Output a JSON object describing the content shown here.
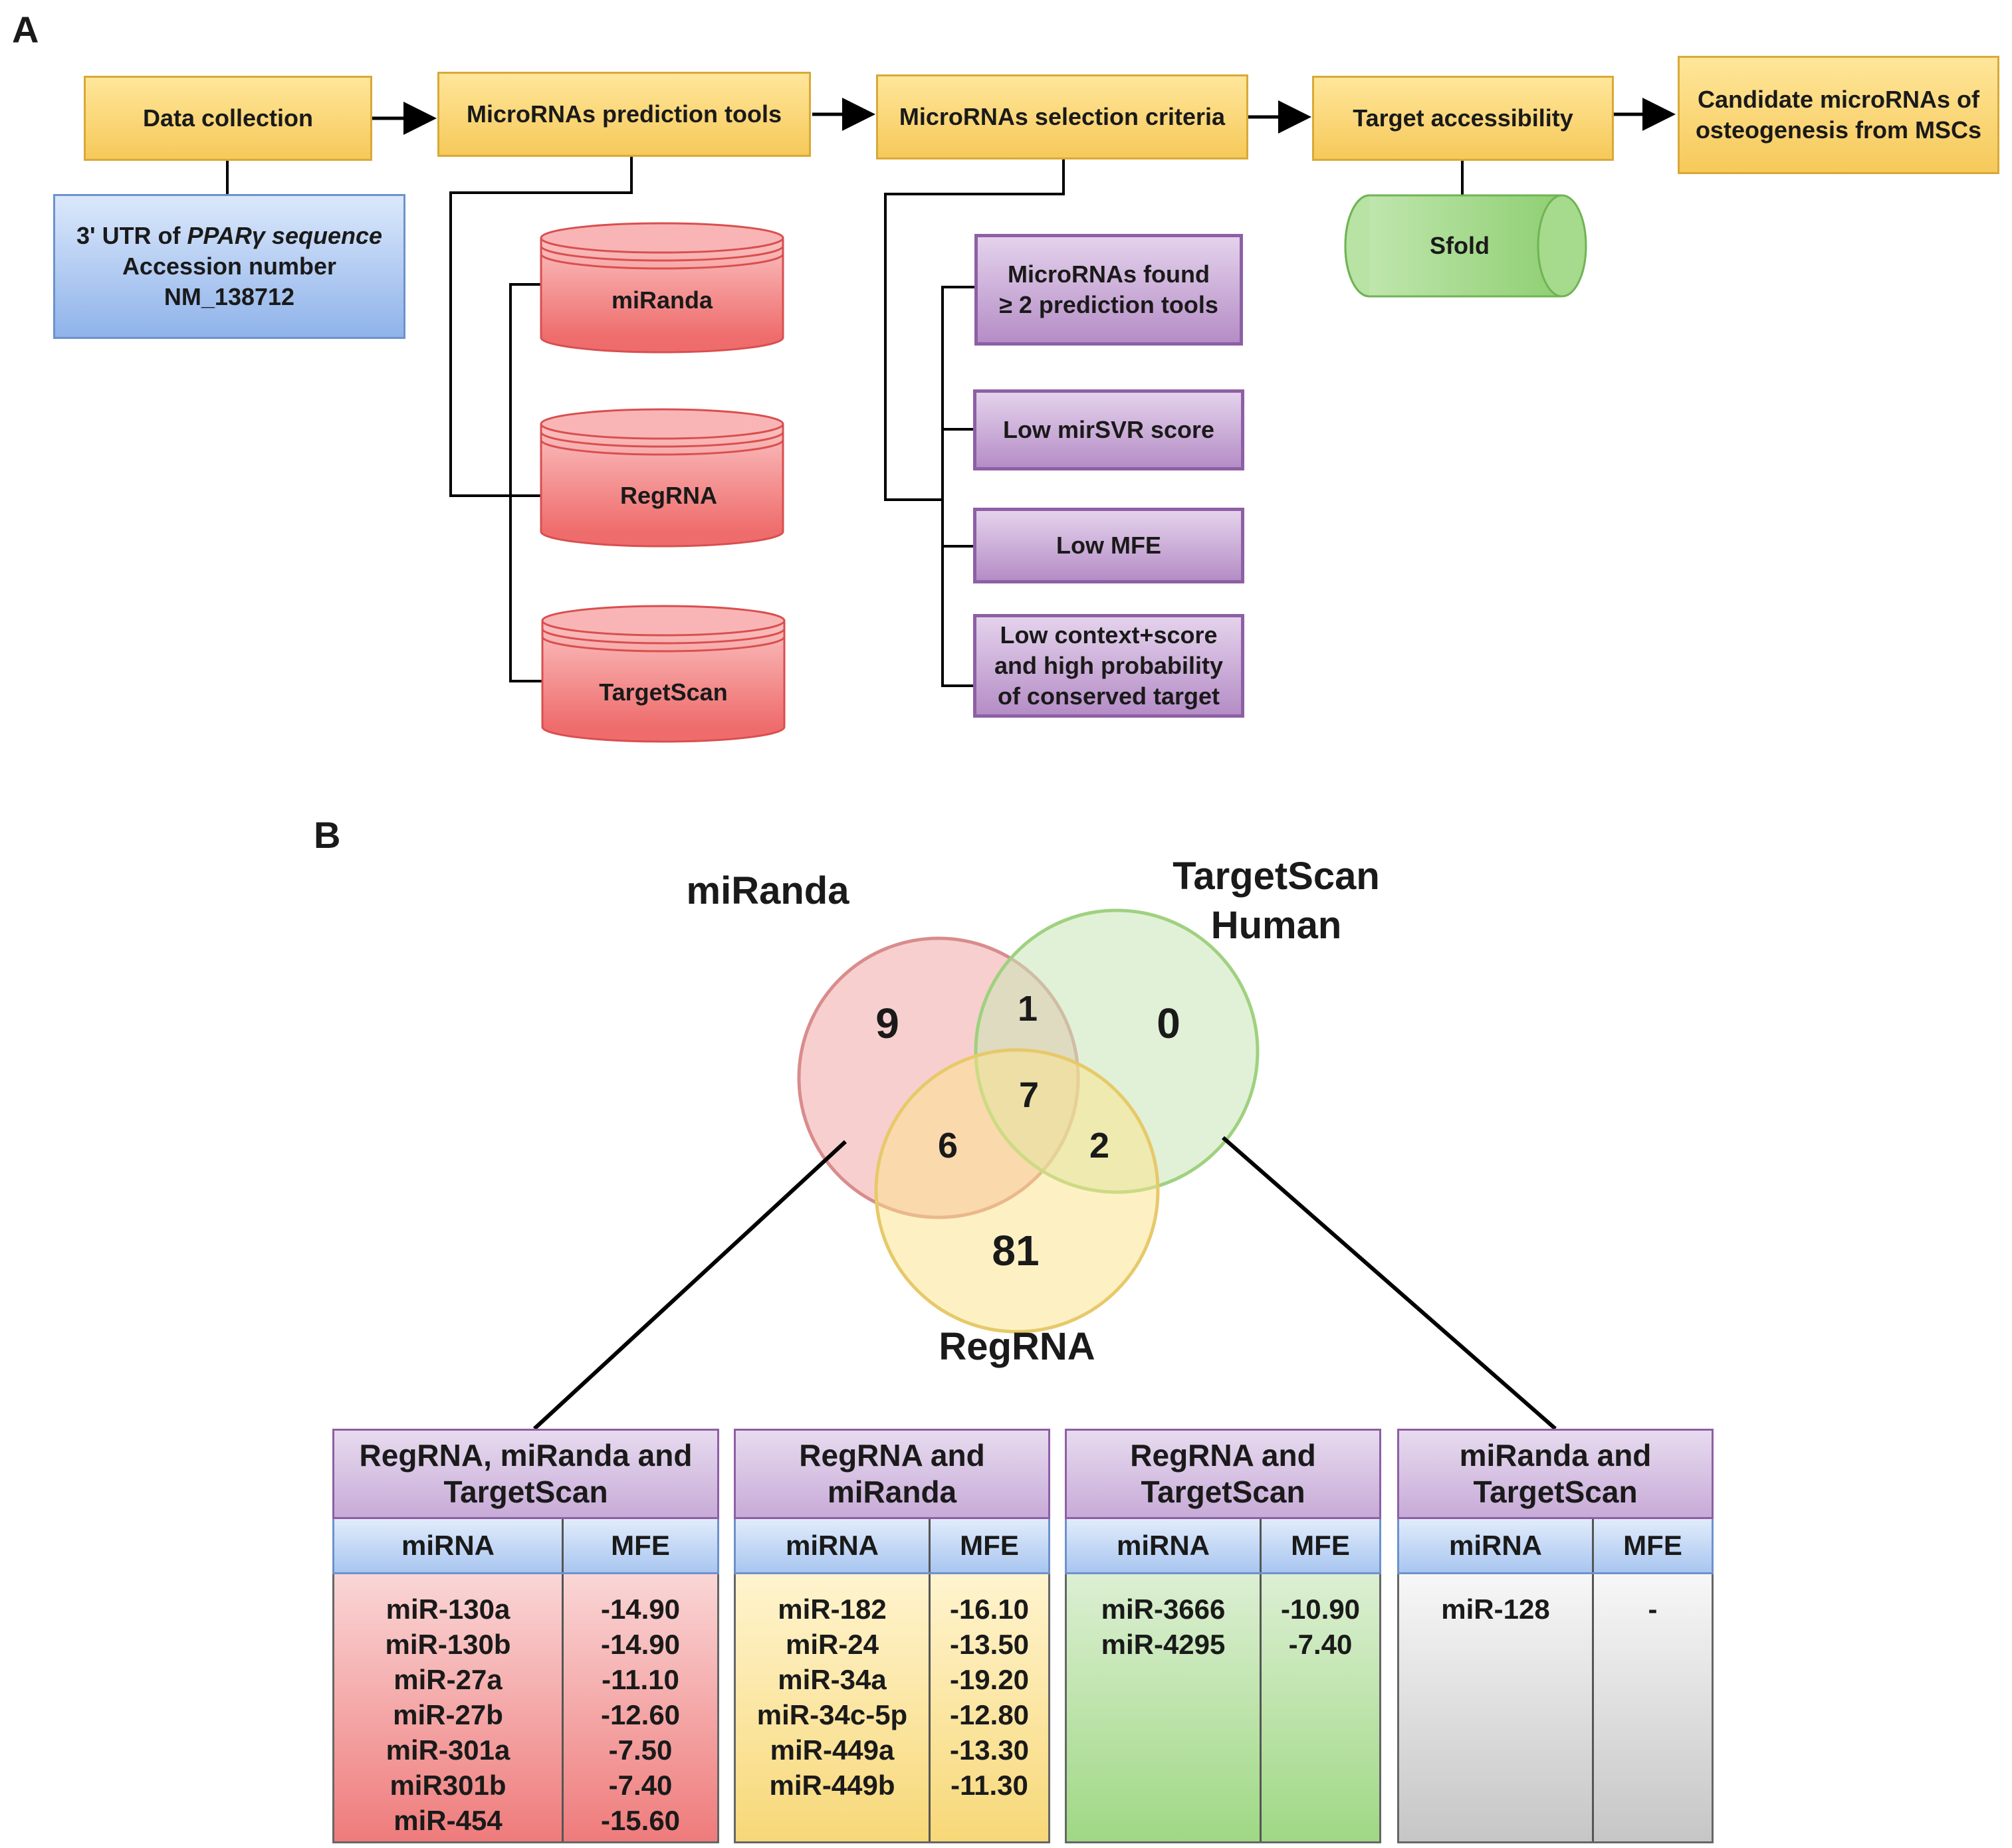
{
  "panel_a": {
    "label": "A",
    "flow": {
      "data_collection": "Data collection",
      "prediction_tools": "MicroRNAs prediction tools",
      "selection_criteria": "MicroRNAs selection criteria",
      "target_accessibility": "Target accessibility",
      "candidate_line1": "Candidate microRNAs of",
      "candidate_line2": "osteogenesis from MSCs"
    },
    "input": {
      "line1_prefix": "3' UTR of ",
      "line1_italic": "PPARγ sequence",
      "line2": "Accession number",
      "line3": "NM_138712"
    },
    "tools": [
      "miRanda",
      "RegRNA",
      "TargetScan"
    ],
    "criteria": {
      "c1_line1": "MicroRNAs found",
      "c1_line2": "≥ 2 prediction tools",
      "c2": "Low mirSVR score",
      "c3": "Low MFE",
      "c4_line1": "Low context+score",
      "c4_line2": "and high probability",
      "c4_line3": "of conserved target"
    },
    "accessibility_tool": "Sfold",
    "colors": {
      "flow": "#f6c95a",
      "input": "#8fb3ea",
      "tools": "#f27a7a",
      "criteria": "#b58dc6",
      "sfold": "#a6da8c"
    }
  },
  "panel_b": {
    "label": "B",
    "venn": {
      "set_miranda": "miRanda",
      "set_targetscan_line1": "TargetScan",
      "set_targetscan_line2": "Human",
      "set_regrna": "RegRNA",
      "counts": {
        "miranda_only": "9",
        "miranda_targetscan": "1",
        "targetscan_only": "0",
        "all_three": "7",
        "miranda_regrna": "6",
        "targetscan_regrna": "2",
        "regrna_only": "81"
      },
      "colors": {
        "miranda": "#f2a7a7",
        "targetscan": "#c8e6b6",
        "regrna": "#fbe38a"
      }
    },
    "col_mirna": "miRNA",
    "col_mfe": "MFE",
    "tables": [
      {
        "title_line1": "RegRNA, miRanda and",
        "title_line2": "TargetScan",
        "mirna": [
          "miR-130a",
          "miR-130b",
          "miR-27a",
          "miR-27b",
          "miR-301a",
          "miR301b",
          "miR-454"
        ],
        "mfe": [
          "-14.90",
          "-14.90",
          "-11.10",
          "-12.60",
          "-7.50",
          "-7.40",
          "-15.60"
        ]
      },
      {
        "title_line1": "RegRNA and",
        "title_line2": "miRanda",
        "mirna": [
          "miR-182",
          "miR-24",
          "miR-34a",
          "miR-34c-5p",
          "miR-449a",
          "miR-449b"
        ],
        "mfe": [
          "-16.10",
          "-13.50",
          "-19.20",
          "-12.80",
          "-13.30",
          "-11.30"
        ]
      },
      {
        "title_line1": "RegRNA and",
        "title_line2": "TargetScan",
        "mirna": [
          "miR-3666",
          "miR-4295"
        ],
        "mfe": [
          "-10.90",
          "-7.40"
        ]
      },
      {
        "title_line1": "miRanda and",
        "title_line2": "TargetScan",
        "mirna": [
          "miR-128"
        ],
        "mfe": [
          "-"
        ]
      }
    ]
  }
}
